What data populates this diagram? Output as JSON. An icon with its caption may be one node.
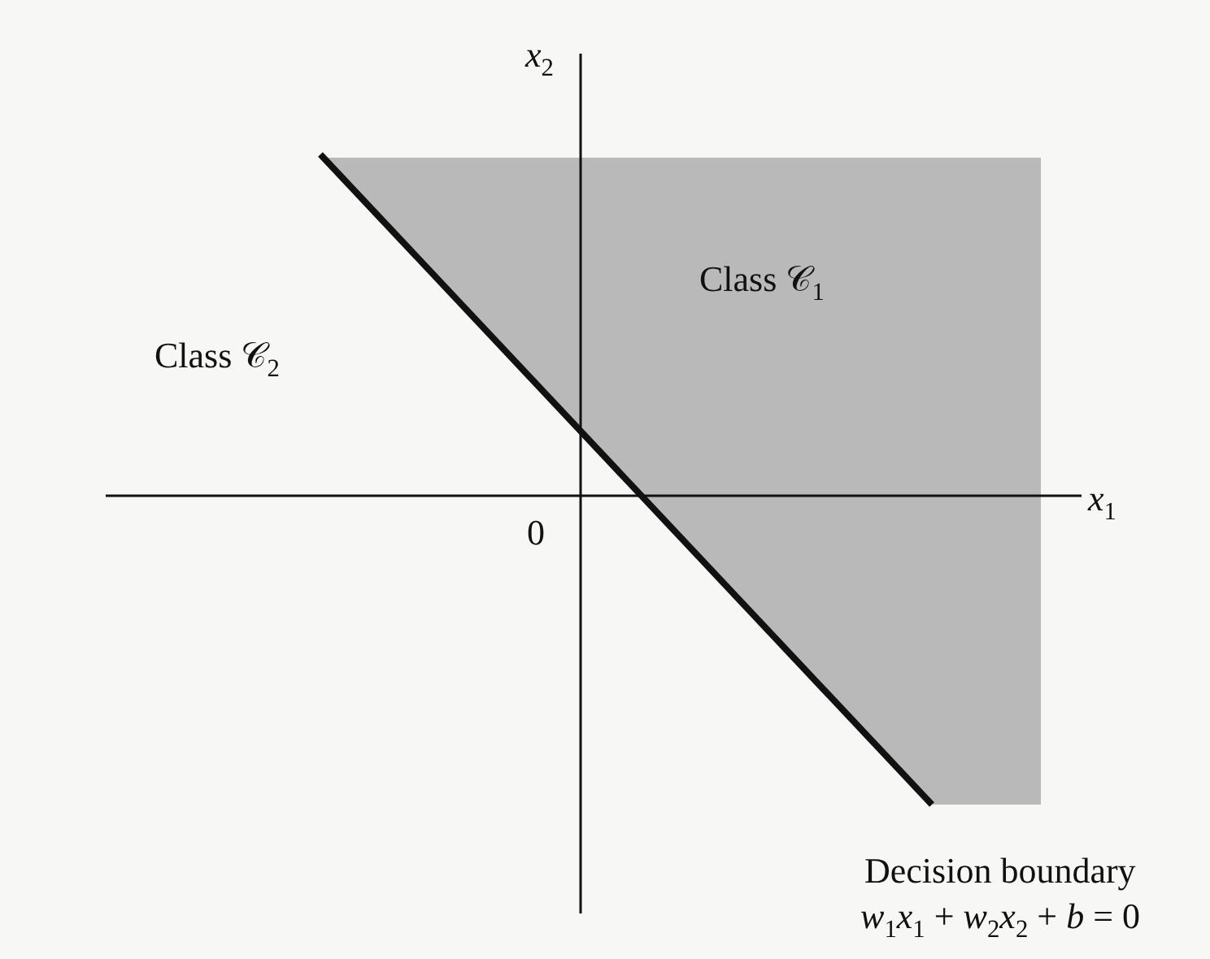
{
  "diagram": {
    "labels": [
      "*x*$_{2}$",
      "Class 𝒞$_{1}$",
      "Class 𝒞$_{2}$",
      "0",
      "*x*$_{1}$",
      "Decision boundary",
      "*w*$_{1}$*x*$_{1}$ + *w*$_{2}$*x*$_{2}$ + *b* = 0"
    ]
  }
}
